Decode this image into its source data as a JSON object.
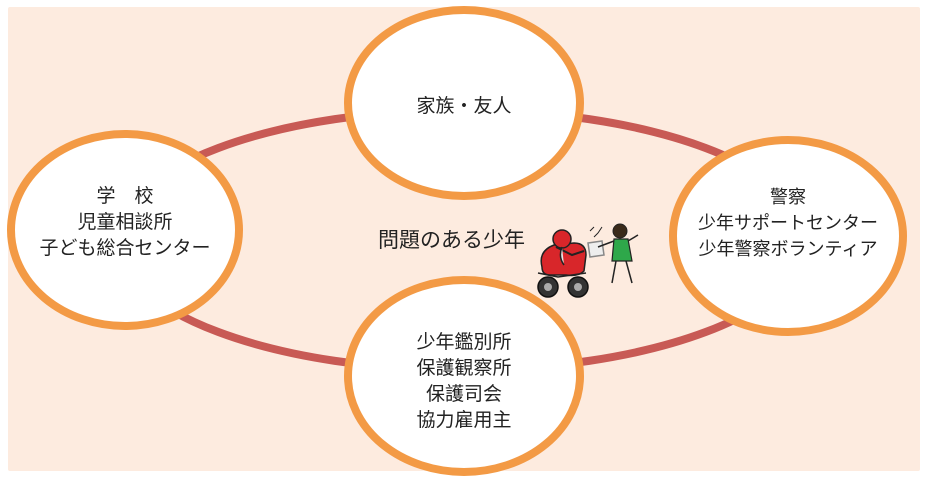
{
  "colors": {
    "background": "#fdebdf",
    "ring": "#c85a55",
    "node_border": "#f39a45",
    "node_fill": "#ffffff",
    "text": "#222222"
  },
  "nodes": {
    "family": {
      "lines": [
        "家族・友人"
      ]
    },
    "school": {
      "lines": [
        "学　校",
        "児童相談所",
        "子ども総合センター"
      ]
    },
    "police": {
      "lines": [
        "警察",
        "少年サポートセンター",
        "少年警察ボランティア"
      ]
    },
    "correction": {
      "lines": [
        "少年鑑別所",
        "保護観察所",
        "保護司会",
        "協力雇用主"
      ]
    }
  },
  "center": {
    "label": "問題のある少年"
  },
  "illustration": {
    "icon": "motorbike-snatch-illustration"
  }
}
